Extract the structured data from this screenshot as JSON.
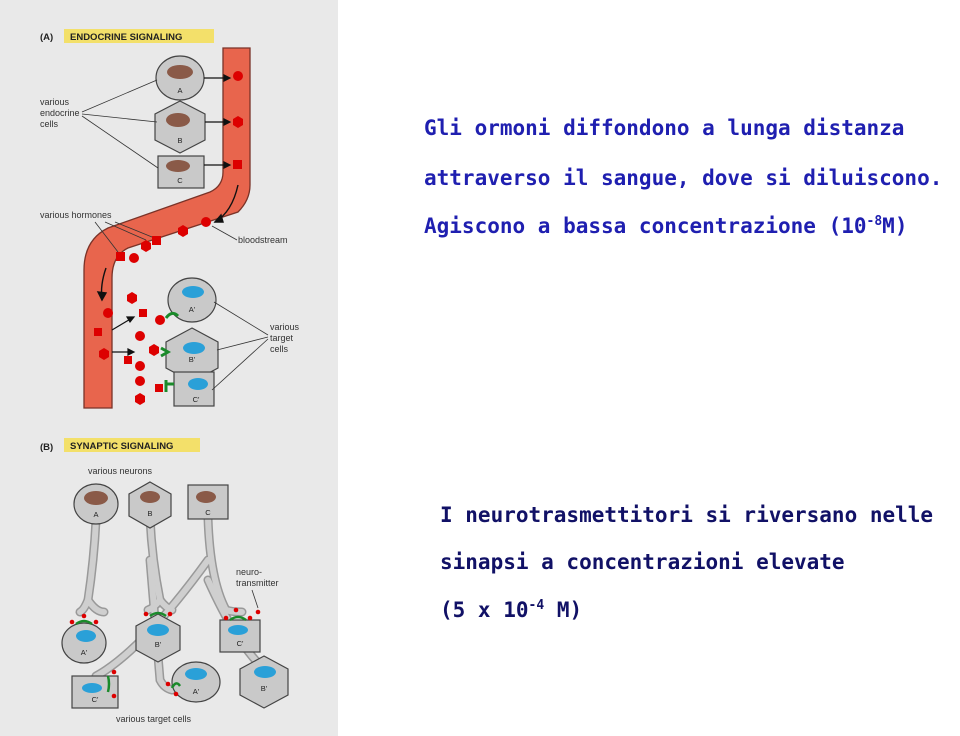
{
  "figure": {
    "panel_a": {
      "letter": "(A)",
      "title": "ENDOCRINE SIGNALING",
      "label_various_endocrine_cells": [
        "various",
        "endocrine",
        "cells"
      ],
      "label_various_hormones": "various hormones",
      "label_bloodstream": "bloodstream",
      "label_various_target_cells": [
        "various",
        "target",
        "cells"
      ],
      "source_cells": [
        "A",
        "B",
        "C"
      ],
      "target_cells": [
        "A'",
        "B'",
        "C'"
      ]
    },
    "panel_b": {
      "letter": "(B)",
      "title": "SYNAPTIC SIGNALING",
      "label_various_neurons": "various neurons",
      "label_neurotransmitter": [
        "neuro-",
        "transmitter"
      ],
      "label_various_target_cells": "various target cells",
      "neurons": [
        "A",
        "B",
        "C"
      ],
      "target_cells": [
        "A'",
        "B'",
        "C'",
        "C'",
        "A'",
        "B'"
      ]
    },
    "colors": {
      "blood": "#e8654d",
      "hormone": "#dd0000",
      "receptor": "#1a8a2a",
      "nucleus_source": "#8a5a48",
      "nucleus_target": "#2aa0d8",
      "title_highlight": "#f3e06a"
    }
  },
  "text": {
    "endocrine_line1": "Gli ormoni diffondono a lunga distanza",
    "endocrine_line2": "attraverso il sangue, dove si diluiscono.",
    "endocrine_line3_pre": "Agiscono a bassa concentrazione (10",
    "endocrine_line3_exp": "-8",
    "endocrine_line3_post": "M)",
    "synaptic_line1": "I neurotrasmettitori si riversano nelle",
    "synaptic_line2": "sinapsi a concentrazioni elevate",
    "synaptic_line3_pre": "(5 x 10",
    "synaptic_line3_exp": "-4",
    "synaptic_line3_post": " M)"
  }
}
